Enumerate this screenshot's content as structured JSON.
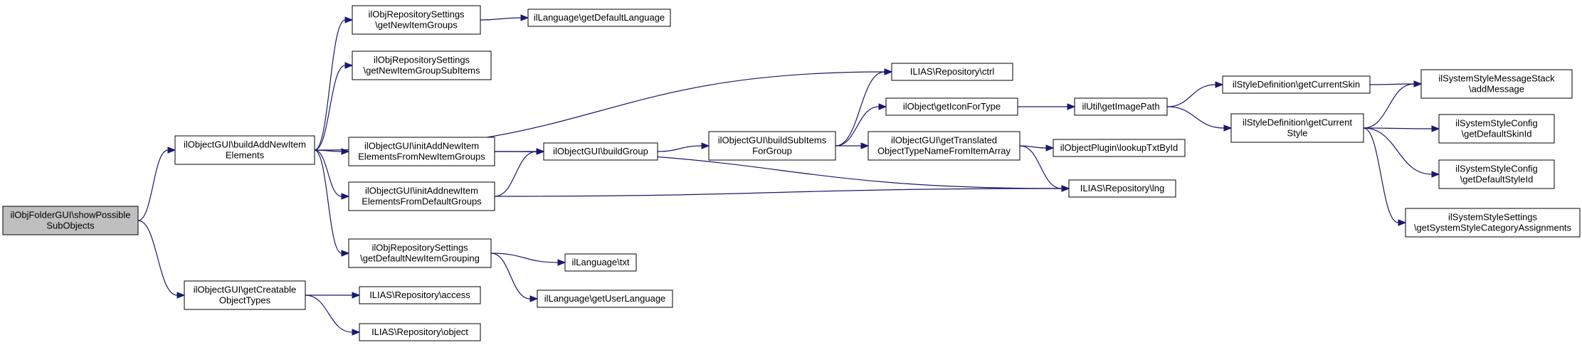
{
  "colors": {
    "edge": "#191970",
    "root_fill": "#bfbfbf",
    "node_fill": "#ffffff",
    "node_border": "#000000"
  },
  "nodes": [
    {
      "id": "root",
      "lines": [
        "ilObjFolderGUI\\showPossible",
        "SubObjects"
      ]
    },
    {
      "id": "buildAdd",
      "lines": [
        "ilObjectGUI\\buildAddNewItem",
        "Elements"
      ]
    },
    {
      "id": "getCreatable",
      "lines": [
        "ilObjectGUI\\getCreatable",
        "ObjectTypes"
      ]
    },
    {
      "id": "getNewItemGroups",
      "lines": [
        "ilObjRepositorySettings",
        "\\getNewItemGroups"
      ]
    },
    {
      "id": "getNewItemGroupSubItems",
      "lines": [
        "ilObjRepositorySettings",
        "\\getNewItemGroupSubItems"
      ]
    },
    {
      "id": "initFromNew",
      "lines": [
        "ilObjectGUI\\initAddNewItem",
        "ElementsFromNewItemGroups"
      ]
    },
    {
      "id": "initFromDefault",
      "lines": [
        "ilObjectGUI\\initAddnewItem",
        "ElementsFromDefaultGroups"
      ]
    },
    {
      "id": "getDefaultGrouping",
      "lines": [
        "ilObjRepositorySettings",
        "\\getDefaultNewItemGrouping"
      ]
    },
    {
      "id": "access",
      "lines": [
        "ILIAS\\Repository\\access"
      ]
    },
    {
      "id": "object",
      "lines": [
        "ILIAS\\Repository\\object"
      ]
    },
    {
      "id": "getDefaultLanguage",
      "lines": [
        "ilLanguage\\getDefaultLanguage"
      ]
    },
    {
      "id": "buildGroup",
      "lines": [
        "ilObjectGUI\\buildGroup"
      ]
    },
    {
      "id": "txt",
      "lines": [
        "ilLanguage\\txt"
      ]
    },
    {
      "id": "getUserLanguage",
      "lines": [
        "ilLanguage\\getUserLanguage"
      ]
    },
    {
      "id": "buildSubItems",
      "lines": [
        "ilObjectGUI\\buildSubItems",
        "ForGroup"
      ]
    },
    {
      "id": "ctrl",
      "lines": [
        "ILIAS\\Repository\\ctrl"
      ]
    },
    {
      "id": "getIconForType",
      "lines": [
        "ilObject\\getIconForType"
      ]
    },
    {
      "id": "getTranslated",
      "lines": [
        "ilObjectGUI\\getTranslated",
        "ObjectTypeNameFromItemArray"
      ]
    },
    {
      "id": "lng",
      "lines": [
        "ILIAS\\Repository\\lng"
      ]
    },
    {
      "id": "getImagePath",
      "lines": [
        "ilUtil\\getImagePath"
      ]
    },
    {
      "id": "lookupTxtById",
      "lines": [
        "ilObjectPlugin\\lookupTxtById"
      ]
    },
    {
      "id": "getCurrentSkin",
      "lines": [
        "ilStyleDefinition\\getCurrentSkin"
      ]
    },
    {
      "id": "getCurrentStyle",
      "lines": [
        "ilStyleDefinition\\getCurrent",
        "Style"
      ]
    },
    {
      "id": "addMessage",
      "lines": [
        "ilSystemStyleMessageStack",
        "\\addMessage"
      ]
    },
    {
      "id": "getDefaultSkinId",
      "lines": [
        "ilSystemStyleConfig",
        "\\getDefaultSkinId"
      ]
    },
    {
      "id": "getDefaultStyleId",
      "lines": [
        "ilSystemStyleConfig",
        "\\getDefaultStyleId"
      ]
    },
    {
      "id": "getSysCatAssign",
      "lines": [
        "ilSystemStyleSettings",
        "\\getSystemStyleCategoryAssignments"
      ]
    }
  ],
  "edges": [
    [
      "root",
      "buildAdd"
    ],
    [
      "root",
      "getCreatable"
    ],
    [
      "buildAdd",
      "getNewItemGroups"
    ],
    [
      "buildAdd",
      "getNewItemGroupSubItems"
    ],
    [
      "buildAdd",
      "ctrl"
    ],
    [
      "buildAdd",
      "initFromNew"
    ],
    [
      "buildAdd",
      "initFromDefault"
    ],
    [
      "buildAdd",
      "getDefaultGrouping"
    ],
    [
      "getNewItemGroups",
      "getDefaultLanguage"
    ],
    [
      "initFromNew",
      "buildGroup"
    ],
    [
      "initFromNew",
      "lng"
    ],
    [
      "initFromDefault",
      "buildGroup"
    ],
    [
      "initFromDefault",
      "lng"
    ],
    [
      "getDefaultGrouping",
      "txt"
    ],
    [
      "getDefaultGrouping",
      "getUserLanguage"
    ],
    [
      "getCreatable",
      "access"
    ],
    [
      "getCreatable",
      "object"
    ],
    [
      "buildGroup",
      "buildSubItems"
    ],
    [
      "buildSubItems",
      "ctrl"
    ],
    [
      "buildSubItems",
      "getIconForType"
    ],
    [
      "buildSubItems",
      "getTranslated"
    ],
    [
      "getIconForType",
      "getImagePath"
    ],
    [
      "getTranslated",
      "lookupTxtById"
    ],
    [
      "getTranslated",
      "lng"
    ],
    [
      "getImagePath",
      "getCurrentSkin"
    ],
    [
      "getImagePath",
      "getCurrentStyle"
    ],
    [
      "getCurrentSkin",
      "addMessage"
    ],
    [
      "getCurrentStyle",
      "addMessage"
    ],
    [
      "getCurrentStyle",
      "getDefaultSkinId"
    ],
    [
      "getCurrentStyle",
      "getDefaultStyleId"
    ],
    [
      "getCurrentStyle",
      "getSysCatAssign"
    ]
  ]
}
